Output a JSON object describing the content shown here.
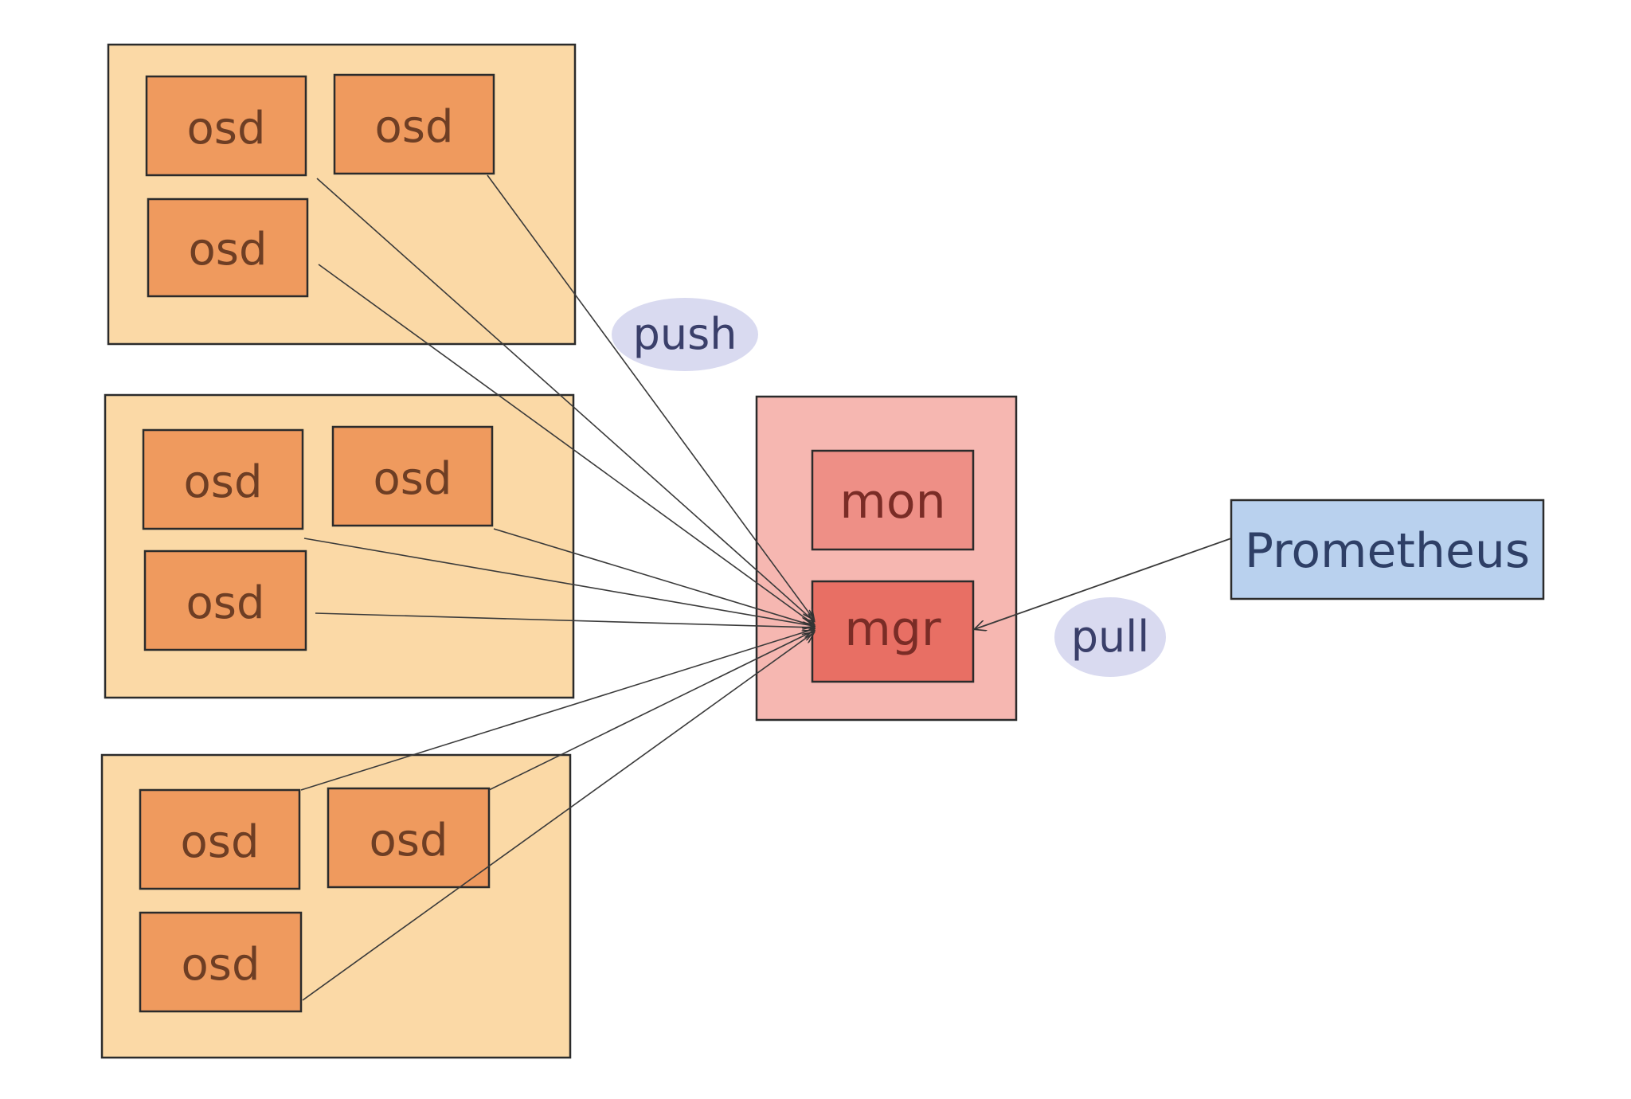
{
  "labels": {
    "osd": "osd",
    "mon": "mon",
    "mgr": "mgr",
    "prometheus": "Prometheus",
    "push": "push",
    "pull": "pull"
  },
  "colors": {
    "host_fill": "#fbd9a6",
    "osd_fill": "#ef9a5e",
    "monitor_host_fill": "#f6b7b1",
    "mon_fill": "#ee8f86",
    "mgr_fill": "#e86f64",
    "prometheus_fill": "#b9d1ee",
    "edge_label_fill": "#d9daf0",
    "ink": "#2b2b2b"
  }
}
